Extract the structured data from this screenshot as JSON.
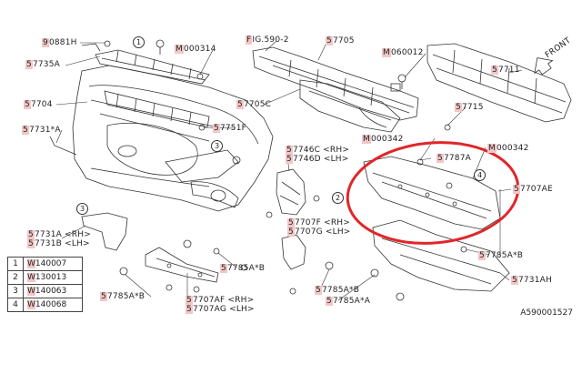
{
  "labels": [
    {
      "name": "part-90881h",
      "pre": "9",
      "rest": "0881H"
    },
    {
      "name": "part-57735a",
      "pre": "5",
      "rest": "7735A"
    },
    {
      "name": "part-57704",
      "pre": "5",
      "rest": "7704"
    },
    {
      "name": "part-57731a",
      "pre": "5",
      "rest": "7731*A"
    },
    {
      "name": "part-m000314",
      "pre": "M",
      "rest": "000314"
    },
    {
      "name": "part-57751f",
      "pre": "5",
      "rest": "7751F"
    },
    {
      "name": "part-fig590-2",
      "pre": "F",
      "rest": "IG.590-2"
    },
    {
      "name": "part-57705",
      "pre": "5",
      "rest": "7705"
    },
    {
      "name": "part-57705c",
      "pre": "5",
      "rest": "7705C"
    },
    {
      "name": "part-m060012",
      "pre": "M",
      "rest": "060012"
    },
    {
      "name": "part-57711",
      "pre": "5",
      "rest": "7711"
    },
    {
      "name": "part-57715",
      "pre": "5",
      "rest": "7715"
    },
    {
      "name": "part-m000342-a",
      "pre": "M",
      "rest": "000342"
    },
    {
      "name": "part-m000342-b",
      "pre": "M",
      "rest": "000342"
    },
    {
      "name": "part-57746c-rh",
      "pre": "5",
      "rest": "7746C <RH>"
    },
    {
      "name": "part-57746d-lh",
      "pre": "5",
      "rest": "7746D <LH>"
    },
    {
      "name": "part-57787a",
      "pre": "5",
      "rest": "7787A"
    },
    {
      "name": "part-57707ae",
      "pre": "5",
      "rest": "7707AE"
    },
    {
      "name": "part-57707f-rh",
      "pre": "5",
      "rest": "7707F <RH>"
    },
    {
      "name": "part-57707g-lh",
      "pre": "5",
      "rest": "7707G <LH>"
    },
    {
      "name": "part-57731a-rh",
      "pre": "5",
      "rest": "7731A <RH>"
    },
    {
      "name": "part-57731b-lh",
      "pre": "5",
      "rest": "7731B <LH>"
    },
    {
      "name": "part-57785a-b-1",
      "pre": "5",
      "rest": "7785A*B"
    },
    {
      "name": "part-57785a-b-2",
      "pre": "5",
      "rest": "7785A*B"
    },
    {
      "name": "part-57785a-b-3",
      "pre": "5",
      "rest": "7785A*B"
    },
    {
      "name": "part-57785a-b-4",
      "pre": "5",
      "rest": "7785A*B"
    },
    {
      "name": "part-57785a-a",
      "pre": "5",
      "rest": "7785A*A"
    },
    {
      "name": "part-57707af-rh",
      "pre": "5",
      "rest": "7707AF <RH>"
    },
    {
      "name": "part-57707ag-lh",
      "pre": "5",
      "rest": "7707AG <LH>"
    },
    {
      "name": "part-57731ah",
      "pre": "5",
      "rest": "7731AH"
    }
  ],
  "legend": [
    {
      "num": "1",
      "pre": "W",
      "code": "140007"
    },
    {
      "num": "2",
      "pre": "W",
      "code": "130013"
    },
    {
      "num": "3",
      "pre": "W",
      "code": "140063"
    },
    {
      "num": "4",
      "pre": "W",
      "code": "140068"
    }
  ],
  "callouts": [
    "1",
    "2",
    "3",
    "4"
  ],
  "front_label": "FRONT",
  "ref_code": "A590001527",
  "highlight_color": "#e0262a"
}
